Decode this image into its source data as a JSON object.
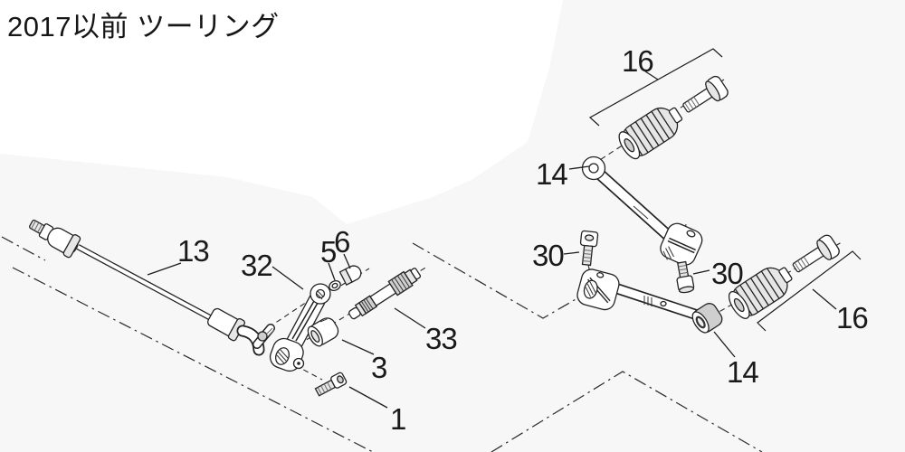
{
  "title": "2017以前 ツーリング",
  "callouts": {
    "c13": "13",
    "c32": "32",
    "c5": "5",
    "c6": "6",
    "c33": "33",
    "c3": "3",
    "c1": "1",
    "c16_top": "16",
    "c14_top": "14",
    "c30_left": "30",
    "c30_right": "30",
    "c16_bottom": "16",
    "c14_bottom": "14"
  },
  "colors": {
    "background": "#f7f7f7",
    "highlight_region": "#ffffff",
    "line": "#222222"
  }
}
